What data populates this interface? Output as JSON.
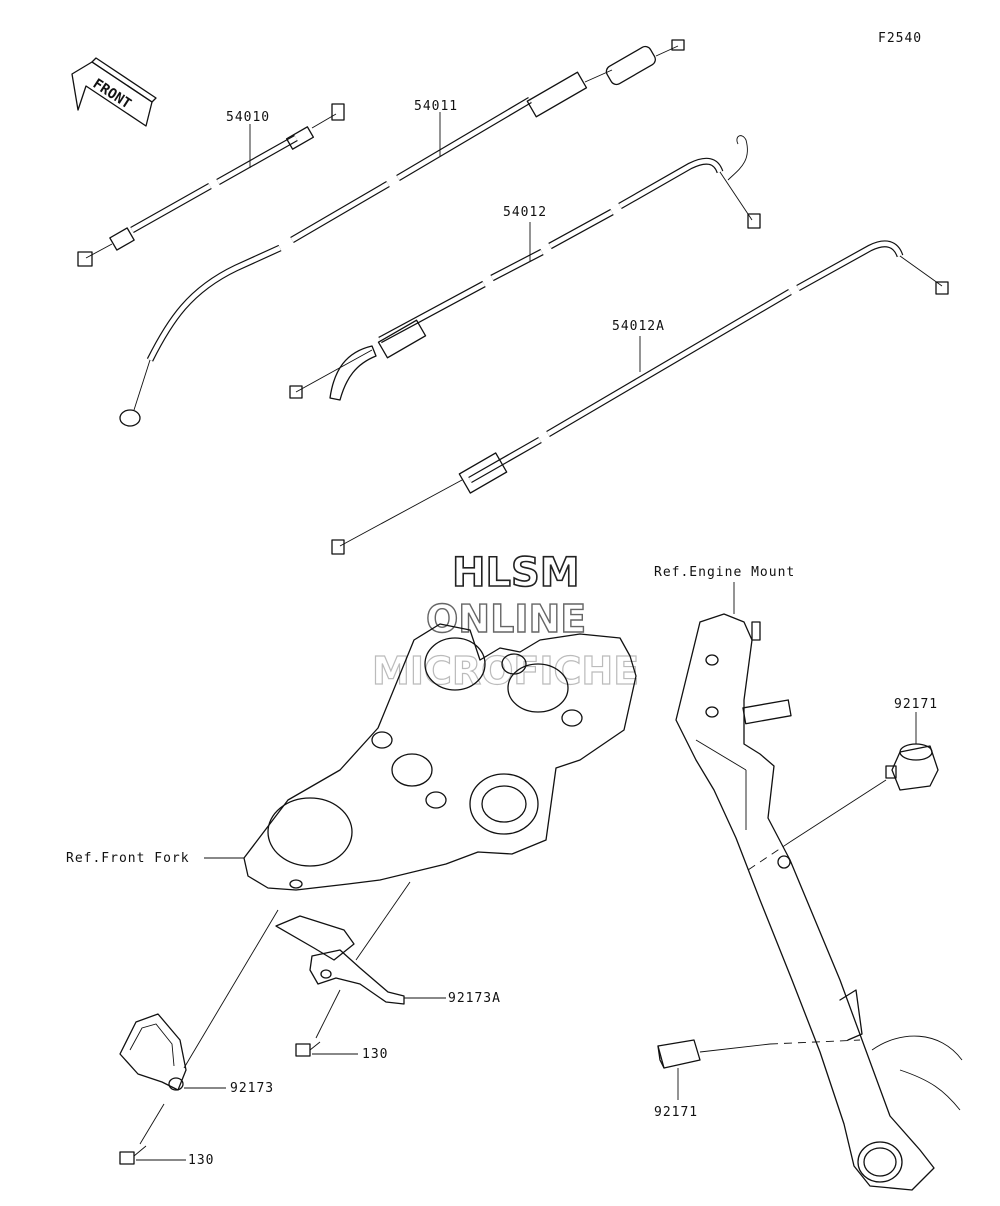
{
  "figure_code": "F2540",
  "front_label": "FRONT",
  "watermark": {
    "line1": "HLSM",
    "line2": "ONLINE",
    "line3": "MICROFICHE"
  },
  "parts": [
    {
      "id": "p54010",
      "number": "54010"
    },
    {
      "id": "p54011",
      "number": "54011"
    },
    {
      "id": "p54012",
      "number": "54012"
    },
    {
      "id": "p54012a",
      "number": "54012A"
    },
    {
      "id": "p92171a",
      "number": "92171"
    },
    {
      "id": "p92171b",
      "number": "92171"
    },
    {
      "id": "p92173a",
      "number": "92173A"
    },
    {
      "id": "p92173",
      "number": "92173"
    },
    {
      "id": "p130a",
      "number": "130"
    },
    {
      "id": "p130b",
      "number": "130"
    }
  ],
  "references": {
    "engine_mount": "Ref.Engine Mount",
    "front_fork": "Ref.Front Fork"
  }
}
